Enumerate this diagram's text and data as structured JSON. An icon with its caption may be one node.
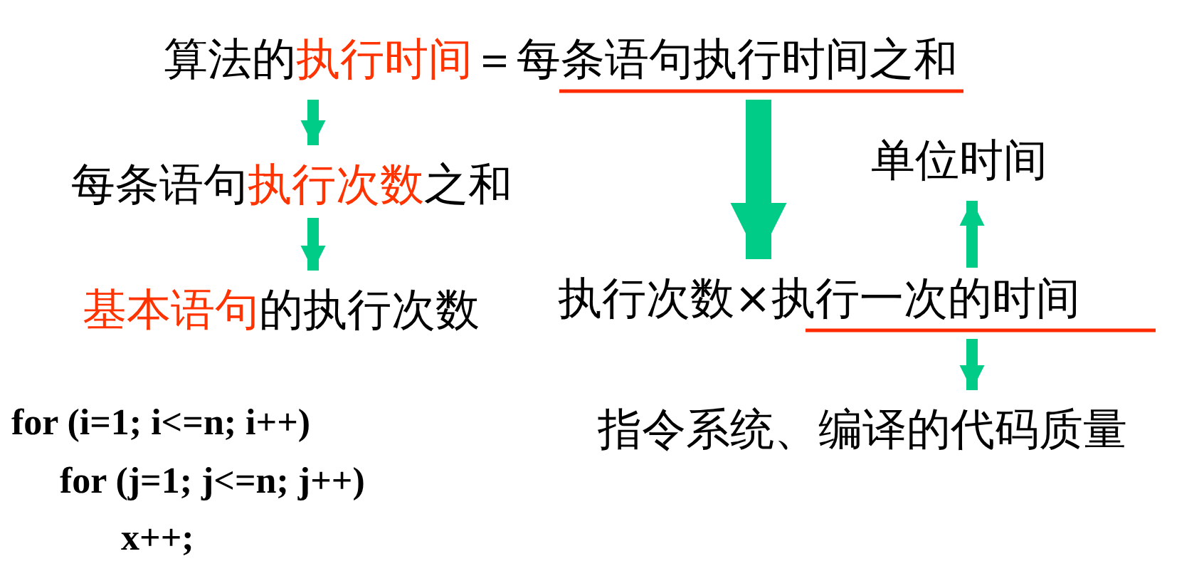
{
  "diagram": {
    "nodes": [
      {
        "text": [
          "算法的**执行时间**＝每条语句执行时间之和"
        ]
      },
      {
        "text": [
          "每条语句**执行次数**之和"
        ]
      },
      {
        "text": [
          "**基本语句**的执行次数"
        ]
      },
      {
        "text": [
          "执行次数×执行一次的时间"
        ]
      },
      {
        "text": [
          "单位时间"
        ]
      },
      {
        "text": [
          "指令系统、编译的代码质量"
        ]
      }
    ],
    "edges": [
      {
        "from": 0,
        "to": 1,
        "arrow": "to"
      },
      {
        "from": 1,
        "to": 2,
        "arrow": "to"
      },
      {
        "from": 0,
        "to": 3,
        "arrow": "to",
        "style": "thick"
      },
      {
        "from": 3,
        "to": 4,
        "arrow": "to"
      },
      {
        "from": 3,
        "to": 5,
        "arrow": "to"
      }
    ],
    "labels": [
      "for (i=1; i<=n; i++)",
      "for (j=1; j<=n; j++)",
      "x++;"
    ]
  }
}
